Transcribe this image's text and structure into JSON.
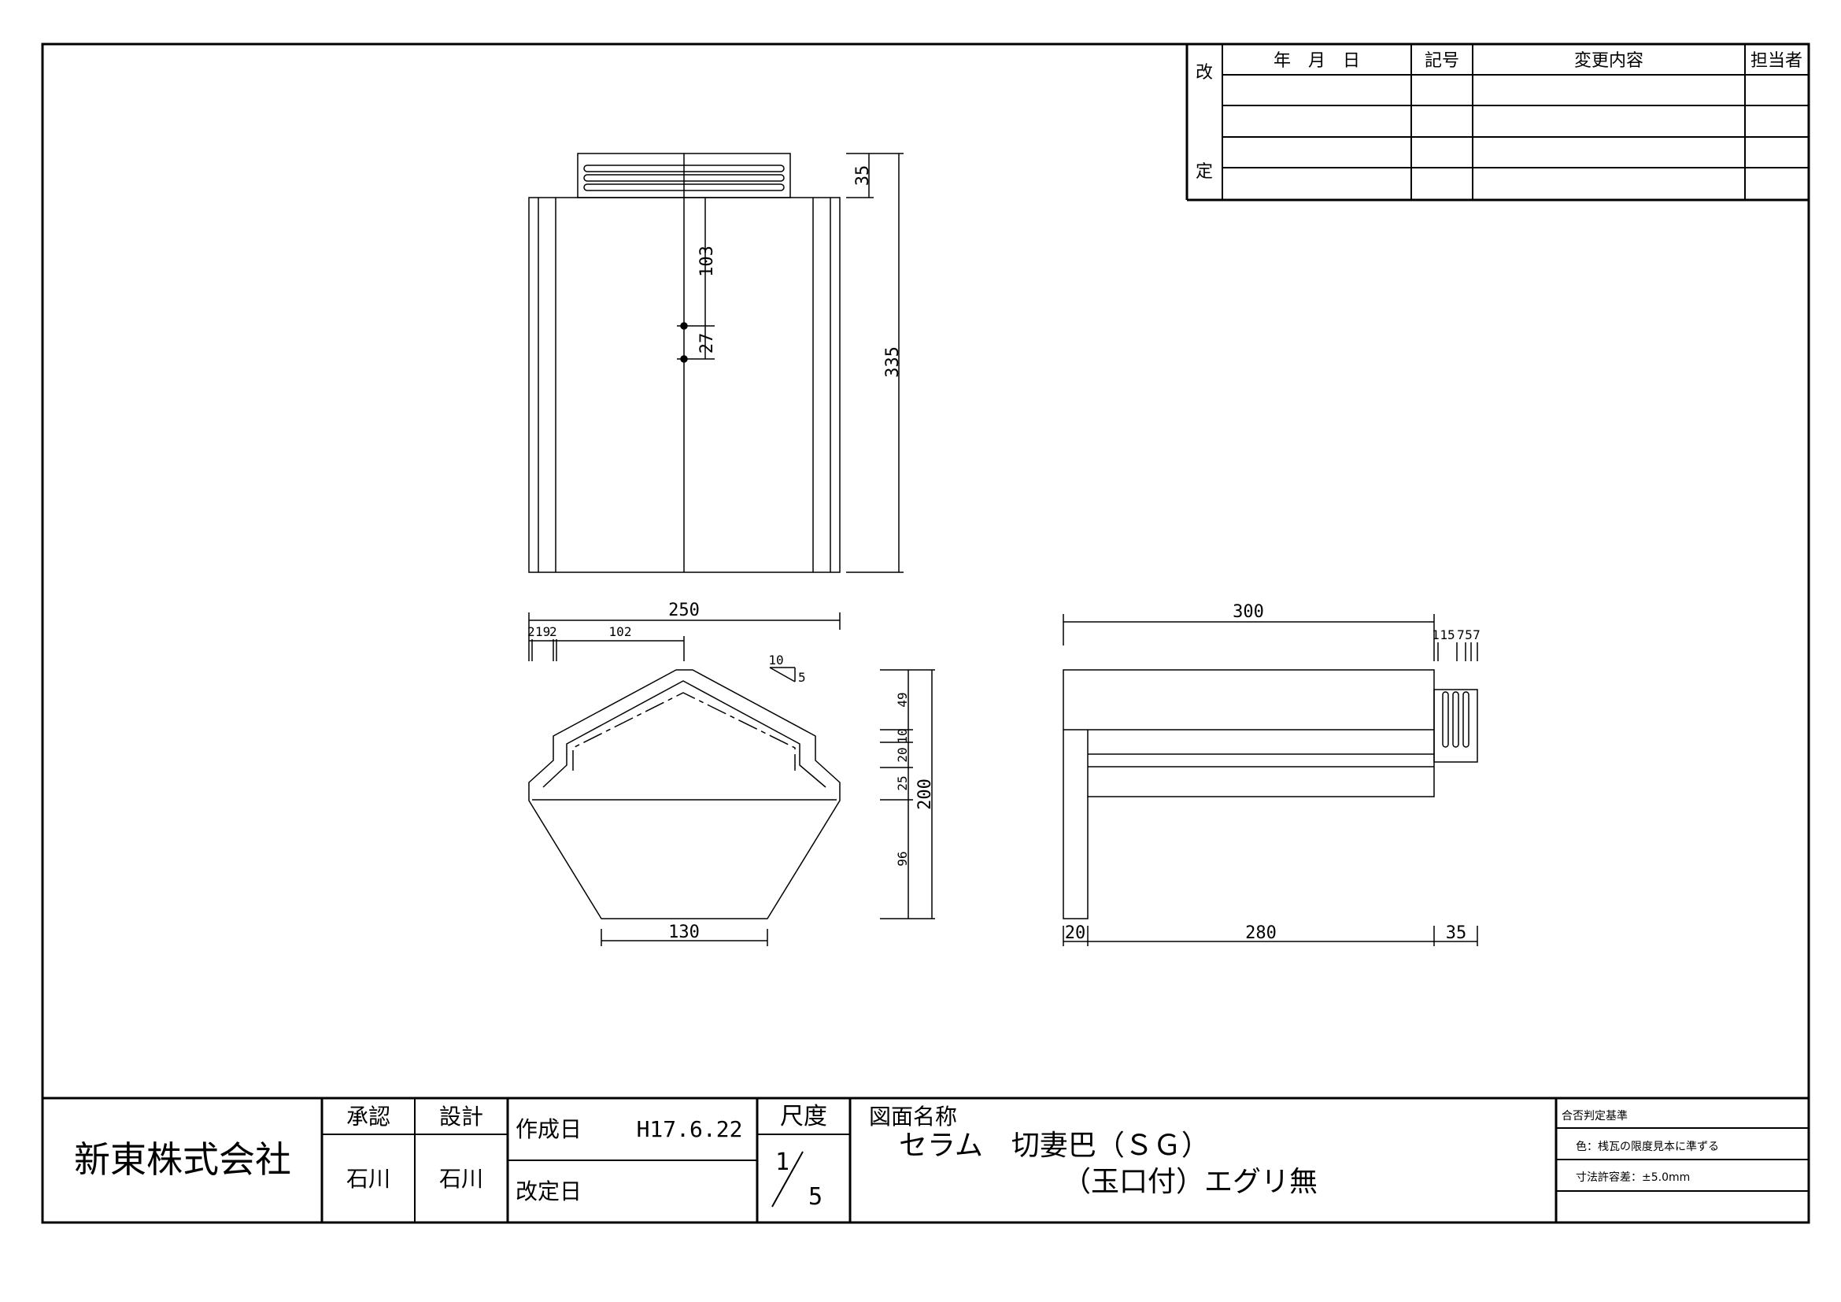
{
  "revision_table": {
    "side_label_top": "改",
    "side_label_bottom": "定",
    "headers": [
      "年　月　日",
      "記号",
      "変更内容",
      "担当者"
    ]
  },
  "front_view": {
    "dims": {
      "top_tab": "35",
      "upper": "103",
      "middle": "27",
      "total_height": "335"
    }
  },
  "section_view": {
    "dims": {
      "width": "250",
      "left_a": "2",
      "left_b": "19",
      "left_c": "2",
      "half_width": "102",
      "slope_run": "10",
      "slope_rise": "5",
      "h1": "49",
      "h2": "10",
      "h3": "20",
      "h4": "25",
      "h5": "96",
      "total_height": "200",
      "bottom_width": "130"
    }
  },
  "side_view": {
    "dims": {
      "length": "300",
      "end_a": "1",
      "end_b": "15",
      "end_c": "7",
      "end_d": "5",
      "end_e": "7",
      "left_wall": "20",
      "inner_length": "280",
      "tab": "35"
    }
  },
  "title_block": {
    "company": "新東株式会社",
    "approve_label": "承認",
    "design_label": "設計",
    "approver": "石川",
    "designer": "石川",
    "created_label": "作成日",
    "created_date": "H17.6.22",
    "revised_label": "改定日",
    "scale_label": "尺度",
    "scale_num": "1",
    "scale_den": "5",
    "drawing_name_label": "図面名称",
    "drawing_name_line1": "セラム　切妻巴（ＳＧ）",
    "drawing_name_line2": "（玉口付）エグリ無",
    "criteria_title": "合否判定基準",
    "criteria_color": "色：桟瓦の限度見本に準ずる",
    "criteria_tolerance": "寸法許容差：±5.0mm"
  }
}
